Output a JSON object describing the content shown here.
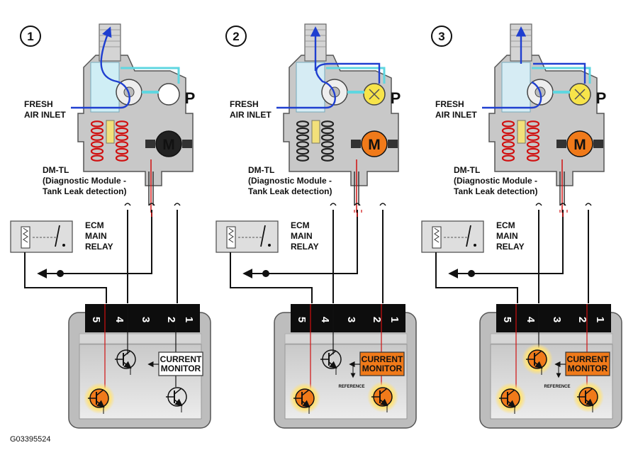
{
  "panels": [
    {
      "step": "1",
      "cm_active": false
    },
    {
      "step": "2",
      "cm_active": true
    },
    {
      "step": "3",
      "cm_active": true
    }
  ],
  "labels": {
    "fresh_air_1": "FRESH",
    "fresh_air_2": "AIR INLET",
    "dmtl_1": "DM-TL",
    "dmtl_2": "(Diagnostic Module -",
    "dmtl_3": "Tank Leak detection)",
    "relay_1": "ECM",
    "relay_2": "MAIN",
    "relay_3": "RELAY",
    "pump_letter": "P",
    "motor_letter": "M",
    "current_monitor_1": "CURRENT",
    "current_monitor_2": "MONITOR",
    "reference": "REFERENCE"
  },
  "pins": [
    "5",
    "4",
    "3",
    "2",
    "1"
  ],
  "figure_id": "G03395524",
  "colors": {
    "body_gray": "#c8c8c8",
    "dark_gray": "#888888",
    "orange_active": "#f07a1a",
    "glow": "#ffe27a",
    "air_blue": "#1f3fd0",
    "cyan_flow": "#5fd6e0",
    "wire_red": "#d01010"
  }
}
